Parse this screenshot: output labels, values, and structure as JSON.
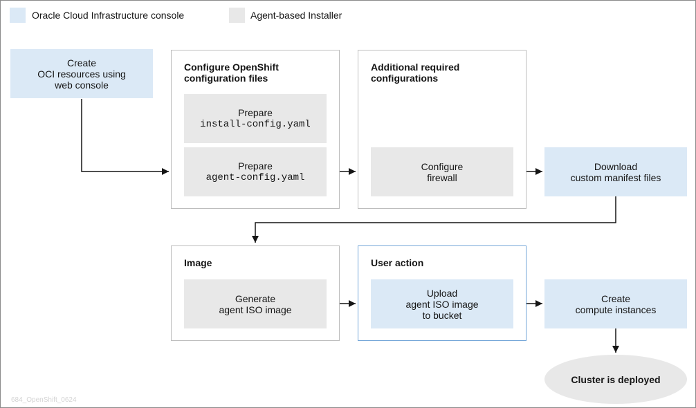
{
  "legend": [
    {
      "label": "Oracle Cloud Infrastructure console",
      "color": "#dbe9f6"
    },
    {
      "label": "Agent-based Installer",
      "color": "#e8e8e8"
    }
  ],
  "steps": {
    "create_oci": {
      "text": "Create\nOCI resources using\nweb console"
    },
    "configure_group": {
      "title": "Configure OpenShift\nconfiguration files"
    },
    "prepare_install": {
      "text": "Prepare",
      "file": "install-config.yaml"
    },
    "prepare_agent": {
      "text": "Prepare",
      "file": "agent-config.yaml"
    },
    "additional_group": {
      "title": "Additional required\nconfigurations"
    },
    "configure_firewall": {
      "text": "Configure\nfirewall"
    },
    "download_manifests": {
      "text": "Download\ncustom manifest files"
    },
    "image_group": {
      "title": "Image"
    },
    "generate_iso": {
      "text": "Generate\nagent ISO image"
    },
    "user_action_group": {
      "title": "User action"
    },
    "upload_iso": {
      "text": "Upload\nagent ISO image\nto bucket"
    },
    "create_compute": {
      "text": "Create\ncompute instances"
    },
    "cluster_deployed": {
      "text": "Cluster is deployed"
    }
  },
  "watermark": "684_OpenShift_0624",
  "colors": {
    "oci_console": "#dbe9f6",
    "agent_installer": "#e8e8e8",
    "group_border": "#bdbdbd",
    "user_action_border": "#73a5d8",
    "arrow": "#151515"
  }
}
